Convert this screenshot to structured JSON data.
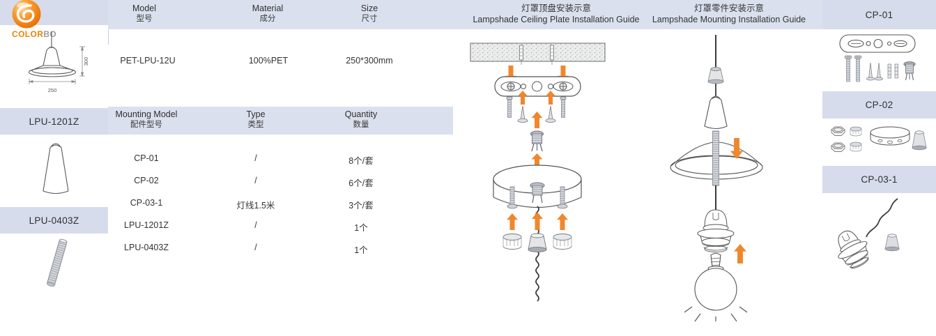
{
  "brand": {
    "logo_primary": "COLOR",
    "logo_secondary": "BO"
  },
  "product_drawing": {
    "width_label": "250",
    "height_label": "300"
  },
  "left_panels": [
    {
      "label": "LPU-1201Z"
    },
    {
      "label": "LPU-0403Z"
    }
  ],
  "spec_table": {
    "headers": [
      {
        "en": "Model",
        "zh": "型号"
      },
      {
        "en": "Material",
        "zh": "成分"
      },
      {
        "en": "Size",
        "zh": "尺寸"
      }
    ],
    "row": {
      "model": "PET-LPU-12U",
      "material": "100%PET",
      "size": "250*300mm"
    }
  },
  "mounting_table": {
    "headers": [
      {
        "en": "Mounting Model",
        "zh": "配件型号"
      },
      {
        "en": "Type",
        "zh": "类型"
      },
      {
        "en": "Quantity",
        "zh": "数量"
      }
    ],
    "rows": [
      {
        "model": "CP-01",
        "type": "/",
        "qty": "8个/套"
      },
      {
        "model": "CP-02",
        "type": "/",
        "qty": "6个/套"
      },
      {
        "model": "CP-03-1",
        "type": "灯线1.5米",
        "qty": "3个/套"
      },
      {
        "model": "LPU-1201Z",
        "type": "/",
        "qty": "1个"
      },
      {
        "model": "LPU-0403Z",
        "type": "/",
        "qty": "1个"
      }
    ]
  },
  "guides": [
    {
      "title_zh": "灯罩顶盘安装示意",
      "title_en": "Lampshade Ceiling Plate Installation Guide"
    },
    {
      "title_zh": "灯罩零件安装示意",
      "title_en": "Lampshade Mounting Installation Guide"
    }
  ],
  "right_panels": [
    {
      "label": "CP-01"
    },
    {
      "label": "CP-02"
    },
    {
      "label": "CP-03-1"
    }
  ],
  "colors": {
    "band": "#dbe0ee",
    "accent_orange": "#f0872d",
    "line_gray": "#595959"
  }
}
